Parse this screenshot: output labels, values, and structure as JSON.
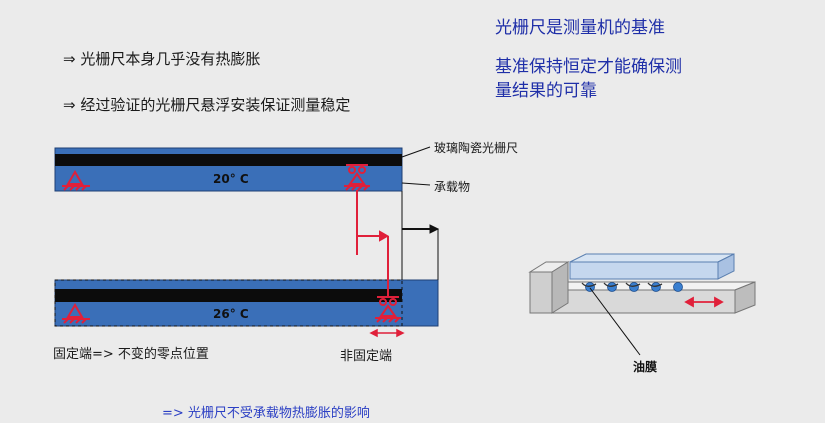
{
  "bullets": [
    "⇒ 光栅尺本身几乎没有热膨胀",
    "⇒ 经过验证的光栅尺悬浮安装保证测量稳定"
  ],
  "headline": {
    "line1": "光栅尺是测量机的基准",
    "line2": "基准保持恒定才能确保测",
    "line3": "量结果的可靠"
  },
  "labels": {
    "glass_scale": "玻璃陶瓷光栅尺",
    "carrier": "承载物",
    "temp_top": "20° C",
    "temp_bottom": "26° C",
    "fixed_end": "固定端=> 不变的零点位置",
    "free_end": "非固定端",
    "oil_film": "油膜"
  },
  "note": "=> 光栅尺不受承载物热膨胀的影响",
  "colors": {
    "bar_blue": "#3a6fb8",
    "scale_black": "#0c0c0c",
    "marker_red": "#e0203a",
    "headline_blue": "#1f2fa8"
  }
}
